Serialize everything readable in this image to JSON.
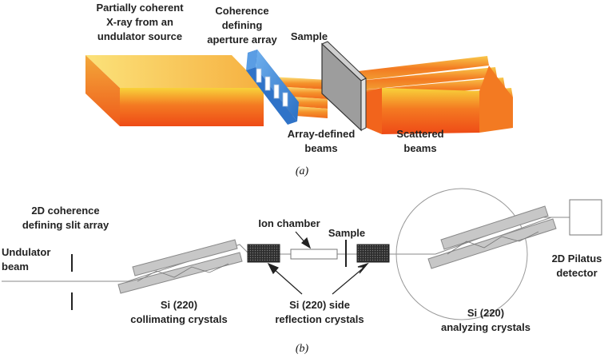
{
  "panel_a": {
    "label_source": [
      "Partially coherent",
      "X-ray from an",
      "undulator source"
    ],
    "label_aperture": [
      "Coherence",
      "defining",
      "aperture array"
    ],
    "label_sample": "Sample",
    "label_array_beams": [
      "Array-defined",
      "beams"
    ],
    "label_scattered": [
      "Scattered",
      "beams"
    ],
    "caption": "(a)"
  },
  "panel_b": {
    "label_slit": [
      "2D coherence",
      "defining slit array"
    ],
    "label_beam": [
      "Undulator",
      "beam"
    ],
    "label_ion": "Ion chamber",
    "label_sample": "Sample",
    "label_collimating": [
      "Si (220)",
      "collimating crystals"
    ],
    "label_side": [
      "Si (220) side",
      "reflection crystals"
    ],
    "label_analyzing": [
      "Si (220)",
      "analyzing crystals"
    ],
    "label_detector": [
      "2D Pilatus",
      "detector"
    ],
    "caption": "(b)"
  },
  "colors": {
    "beam_orange": "#f2641c",
    "beam_yellow": "#f8d23a",
    "aperture_blue": "#3f8ad8",
    "sample_grey": "#a8a8a8",
    "crystal_grey": "#c7c7c7",
    "dark_crystal": "#3a3a3a"
  }
}
